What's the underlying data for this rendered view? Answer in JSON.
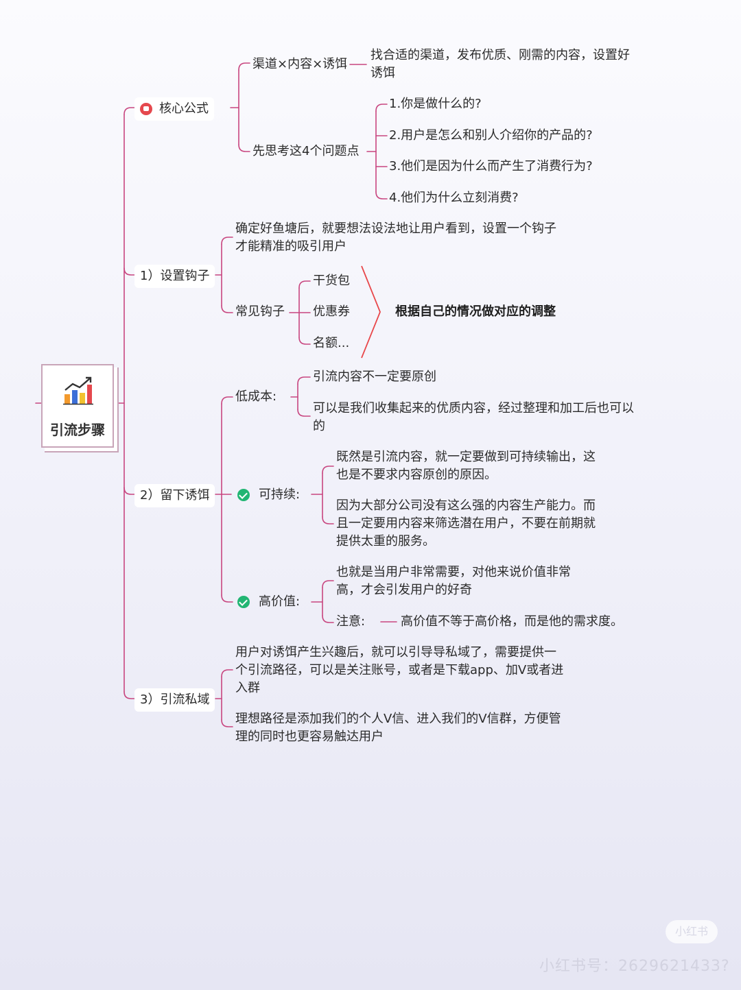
{
  "root": {
    "title": "引流步骤"
  },
  "formula": {
    "label": "核心公式",
    "channel": "渠道×内容×诱饵",
    "channel_desc": "找合适的渠道，发布优质、刚需的内容，设置好诱饵",
    "think": "先思考这4个问题点",
    "questions": [
      "1.你是做什么的?",
      "2.用户是怎么和别人介绍你的产品的?",
      "3.他们是因为什么而产生了消费行为?",
      "4.他们为什么立刻消费?"
    ]
  },
  "step1": {
    "label": "1）设置钩子",
    "desc": "确定好鱼塘后，就要想法设法地让用户看到，设置一个钩子才能精准的吸引用户",
    "common": "常见钩子",
    "hooks": [
      "干货包",
      "优惠券",
      "名额..."
    ],
    "adjust": "根据自己的情况做对应的调整"
  },
  "step2": {
    "label": "2）留下诱饵",
    "low_cost": "低成本:",
    "low_cost_items": [
      "引流内容不一定要原创",
      "可以是我们收集起来的优质内容，经过整理和加工后也可以的"
    ],
    "sustain": "可持续:",
    "sustain_items": [
      "既然是引流内容，就一定要做到可持续输出，这也是不要求内容原创的原因。",
      "因为大部分公司没有这么强的内容生产能力。而且一定要用内容来筛选潜在用户，不要在前期就提供太重的服务。"
    ],
    "high_value": "高价值:",
    "high_value_desc": "也就是当用户非常需要，对他来说价值非常高，才会引发用户的好奇",
    "note_label": "注意:",
    "note_text": "高价值不等于高价格，而是他的需求度。"
  },
  "step3": {
    "label": "3）引流私域",
    "items": [
      "用户对诱饵产生兴趣后，就可以引导导私域了，需要提供一个引流路径，可以是关注账号，或者是下载app、加V或者进入群",
      "理想路径是添加我们的个人V信、进入我们的V信群，方便管理的同时也更容易触达用户"
    ]
  },
  "watermark": {
    "badge": "小红书",
    "id_text": "小红书号：2629621433?"
  },
  "colors": {
    "line": "#c8457f",
    "red_brace": "#e8474a",
    "green": "#22b573"
  }
}
